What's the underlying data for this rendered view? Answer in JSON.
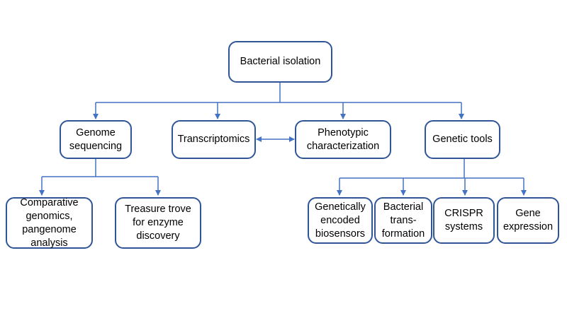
{
  "colors": {
    "connector": "#4472c4",
    "border": "#2f5597",
    "background": "#ffffff",
    "text": "#000000"
  },
  "nodes": {
    "root": "Bacterial isolation",
    "genome_sequencing": "Genome\nsequencing",
    "transcriptomics": "Transcriptomics",
    "phenotypic": "Phenotypic\ncharacterization",
    "genetic_tools": "Genetic tools",
    "comparative": "Comparative\ngenomics,\npangenome\nanalysis",
    "treasure": "Treasure trove\nfor enzyme\ndiscovery",
    "biosensors": "Genetically\nencoded\nbiosensors",
    "transformation": "Bacterial\ntrans-\nformation",
    "crispr": "CRISPR\nsystems",
    "gene_expression": "Gene\nexpression"
  }
}
